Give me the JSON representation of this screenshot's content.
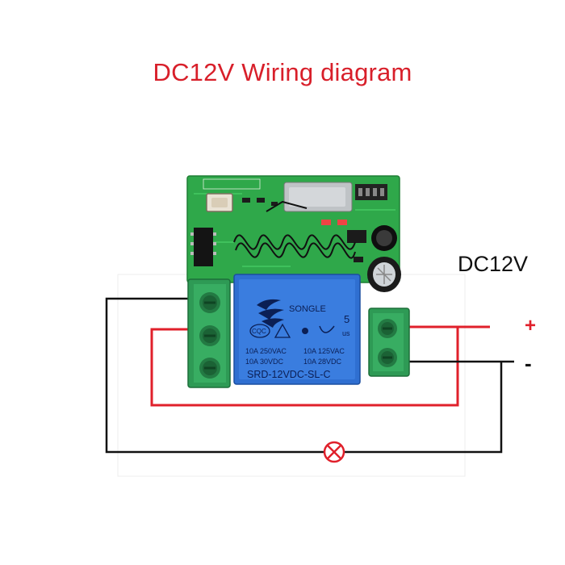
{
  "title": "DC12V Wiring diagram",
  "supply": {
    "label": "DC12V",
    "plus": "+",
    "minus": "-"
  },
  "relay": {
    "brand": "SONGLE",
    "ac_rating": "10A 250VAC",
    "ac_rating2": "10A 125VAC",
    "dc_rating": "10A 30VDC",
    "dc_rating2": "10A 28VDC",
    "model": "SRD-12VDC-SL-C",
    "cert_cqc": "CQC",
    "cert_us": "us",
    "num": "5"
  },
  "colors": {
    "title": "#d81f2a",
    "positive_wire": "#e0202b",
    "negative_wire": "#111111",
    "pcb": "#2fa84a",
    "terminal": "#2e9a55",
    "relay": "#2f6fd1"
  },
  "icons": {
    "lamp": "lamp-icon",
    "antenna": "antenna-coil-icon",
    "capacitor": "capacitor-icon"
  }
}
